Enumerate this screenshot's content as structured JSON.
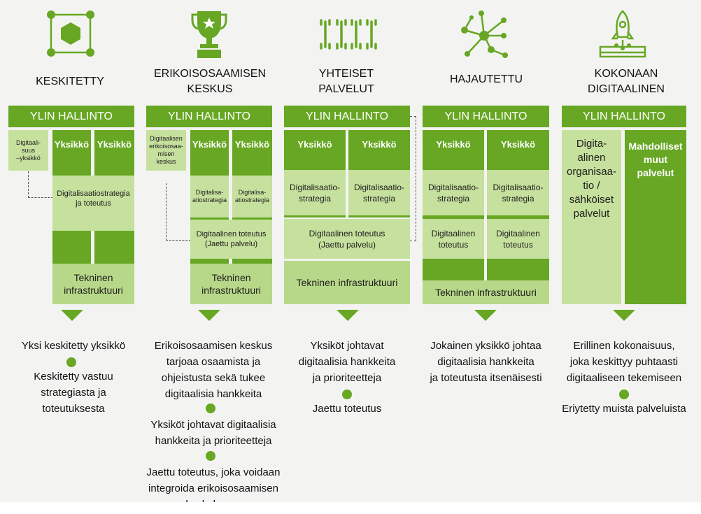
{
  "colors": {
    "green": "#67a723",
    "light": "#c6e09d",
    "light_alt": "#b8d889"
  },
  "columns": [
    {
      "icon": "hexagon-network-icon",
      "title": [
        "KESKITETTY"
      ],
      "header": "YLIN HALLINTO",
      "side_box": "Digitaali-\nsuus\n–yksikkö",
      "unit_labels": [
        "Yksikkö",
        "Yksikkö"
      ],
      "strategy": "Digitalisaatiostrategia\nja toteutus",
      "infra": "Tekninen\ninfrastruktuuri",
      "desc": [
        [
          "Yksi keskitetty yksikkö"
        ],
        [
          "Keskitetty vastuu",
          "strategiasta ja",
          "toteutuksesta"
        ]
      ]
    },
    {
      "icon": "trophy-icon",
      "title": [
        "ERIKOISOSAAMISEN",
        "KESKUS"
      ],
      "header": "YLIN HALLINTO",
      "side_box": "Digitaalisen\nerikoisosaa-\nmisen\nkeskus",
      "unit_labels": [
        "Yksikkö",
        "Yksikkö"
      ],
      "strategy": [
        "Digitalisa-\natiostrategia",
        "Digitalisa-\natiostrategia"
      ],
      "impl": "Digitaalinen toteutus\n(Jaettu palvelu)",
      "infra": "Tekninen\ninfrastruktuuri",
      "desc": [
        [
          "Erikoisosaamisen keskus",
          "tarjoaa osaamista ja",
          "ohjeistusta sekä tukee",
          "digitaalisia hankkeita"
        ],
        [
          "Yksiköt johtavat digitaalisia",
          "hankkeita ja prioriteetteja"
        ],
        [
          "Jaettu toteutus, joka voidaan",
          "integroida erikoisosaamisen",
          "keskukseen"
        ]
      ]
    },
    {
      "icon": "shared-services-icon",
      "title": [
        "YHTEISET",
        "PALVELUT"
      ],
      "header": "YLIN HALLINTO",
      "unit_labels": [
        "Yksikkö",
        "Yksikkö"
      ],
      "strategy": [
        "Digitalisaatio-\nstrategia",
        "Digitalisaatio-\nstrategia"
      ],
      "impl": "Digitaalinen toteutus\n(Jaettu palvelu)",
      "infra": "Tekninen infrastruktuuri",
      "desc": [
        [
          "Yksiköt johtavat",
          "digitaalisia hankkeita",
          "ja prioriteetteja"
        ],
        [
          "Jaettu toteutus"
        ]
      ]
    },
    {
      "icon": "network-nodes-icon",
      "title": [
        "HAJAUTETTU"
      ],
      "header": "YLIN HALLINTO",
      "unit_labels": [
        "Yksikkö",
        "Yksikkö"
      ],
      "strategy": [
        "Digitalisaatio-\nstrategia",
        "Digitalisaatio-\nstrategia"
      ],
      "impl": [
        "Digitaalinen\ntoteutus",
        "Digitaalinen\ntoteutus"
      ],
      "infra": "Tekninen infrastruktuuri",
      "desc": [
        [
          "Jokainen yksikkö johtaa",
          "digitaalisia hankkeita",
          "ja toteutusta itsenäisesti"
        ]
      ]
    },
    {
      "icon": "rocket-launch-icon",
      "title": [
        "KOKONAAN",
        "DIGITAALINEN"
      ],
      "header": "YLIN HALLINTO",
      "digital_org": "Digita-\nalinen\norganisaa-\ntio /\nsähköiset\npalvelut",
      "other": "Mahdolliset\nmuut\npalvelut",
      "desc": [
        [
          "Erillinen kokonaisuus,",
          "joka keskittyy puhtaasti",
          "digitaaliseen tekemiseen"
        ],
        [
          "Eriytetty muista palveluista"
        ]
      ]
    }
  ]
}
